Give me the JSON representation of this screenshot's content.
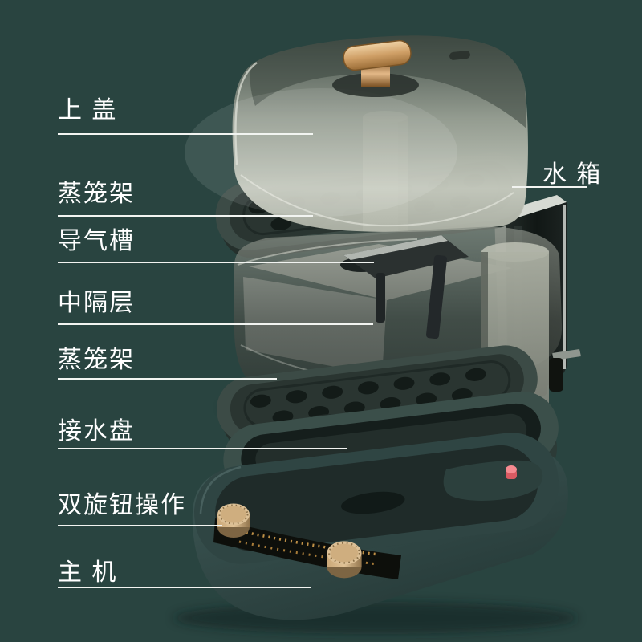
{
  "colors": {
    "background": "#294440",
    "label_text": "#ffffff",
    "callout_line": "#f2f4f1",
    "lid_smoke": "#aeb2a6",
    "brass_handle": "#c99a5f",
    "rack_dark_green": "#2a3531",
    "base_green": "#33494a",
    "knob_tan": "#d2b283",
    "scale_gold": "#c09147",
    "indicator_red": "#ef767e",
    "tank_dark": "#151c1a",
    "valve_green": "#b7c257"
  },
  "callouts": {
    "left": [
      {
        "label": "上 盖"
      },
      {
        "label": "蒸笼架"
      },
      {
        "label": "导气槽"
      },
      {
        "label": "中隔层"
      },
      {
        "label": "蒸笼架"
      },
      {
        "label": "接水盘"
      },
      {
        "label": "双旋钮操作"
      },
      {
        "label": "主 机"
      }
    ],
    "right": [
      {
        "label": "水 箱"
      }
    ]
  },
  "product_parts": [
    "top-lid",
    "steamer-rack-1",
    "air-guide-channel",
    "middle-layer",
    "steamer-rack-2",
    "drip-tray",
    "dual-knob-controls",
    "main-unit",
    "water-tank"
  ]
}
